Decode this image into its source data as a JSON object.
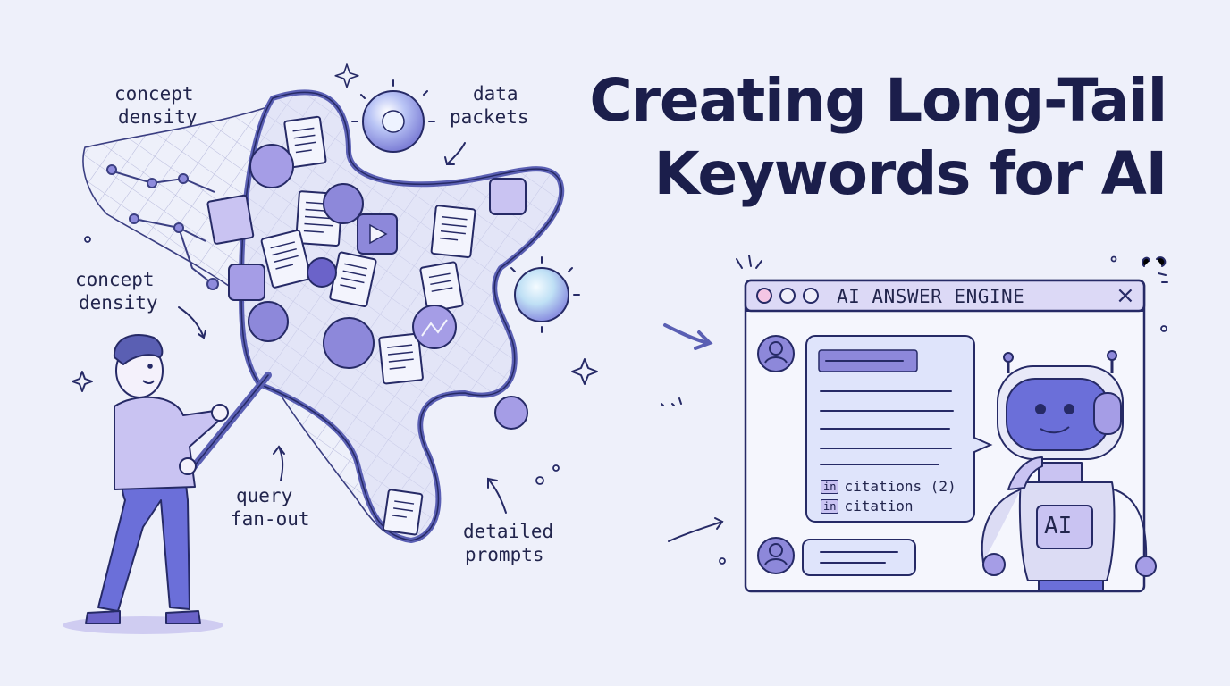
{
  "headline": {
    "line1": "Creating Long-Tail",
    "line2": "Keywords for AI"
  },
  "annotations": {
    "concept_density_top": [
      "concept",
      "density"
    ],
    "concept_density_left": [
      "concept",
      "density"
    ],
    "data_packets": [
      "data",
      "packets"
    ],
    "query_fan_out": [
      "query",
      "fan-out"
    ],
    "detailed_prompts": [
      "detailed",
      "prompts"
    ]
  },
  "window": {
    "title": "AI ANSWER ENGINE",
    "close_glyph": "×",
    "citations": [
      {
        "badge": "in",
        "text": "citations (2)"
      },
      {
        "badge": "in",
        "text": "citation"
      }
    ],
    "robot_chest": "AI"
  },
  "colors": {
    "background": "#eef0fa",
    "ink": "#1b1e4b",
    "accent_purple": "#6b63c9",
    "lavender": "#c9c3f2",
    "chat_bubble": "#dfe4fb"
  },
  "icons": [
    "butterfly-net",
    "document-icon",
    "data-orb-icon",
    "user-avatar-icon",
    "robot-icon",
    "sparkle-icon",
    "arrow-icon"
  ]
}
